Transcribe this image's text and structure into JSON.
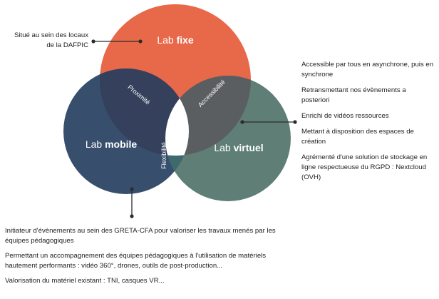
{
  "circles": {
    "fixe": {
      "label_light": "Lab ",
      "label_bold": "fixe",
      "color": "#e8694a"
    },
    "mobile": {
      "label_light": "Lab ",
      "label_bold": "mobile",
      "color": "#384e6d"
    },
    "virtuel": {
      "label_light": "Lab ",
      "label_bold": "virtuel",
      "color": "#5e7e76"
    }
  },
  "overlaps": {
    "fixe_mobile": {
      "label": "Proximité",
      "color": "#34405c"
    },
    "fixe_virtuel": {
      "label": "Accessibilité",
      "color": "#5a5e60"
    },
    "mobile_virtuel": {
      "label": "Flexibilité",
      "color": "#3e6a6d"
    }
  },
  "center_color": "#ffffff",
  "notes": {
    "fixe": [
      "Situé au sein des locaux de la DAFPIC"
    ],
    "virtuel": [
      "Accessible par tous en asynchrone, puis en synchrone",
      "Retransmettant nos évènements a posteriori",
      "Enrichi de vidéos ressources",
      "Mettant à disposition des espaces de création",
      "Agrémenté d'une solution de stockage en ligne respectueuse du RGPD : Nextcloud (OVH)"
    ],
    "mobile": [
      "Initiateur d'évènements au sein des GRETA-CFA pour valoriser les travaux menés par les équipes pédagogiques",
      "Permettant un accompagnement des équipes pédagogiques à l'utilisation de matériels hautement performants : vidéo 360°, drones, outils de post-production...",
      "Valorisation du matériel existant : TNI, casques VR..."
    ]
  },
  "connector_color": "#2b2b2b"
}
